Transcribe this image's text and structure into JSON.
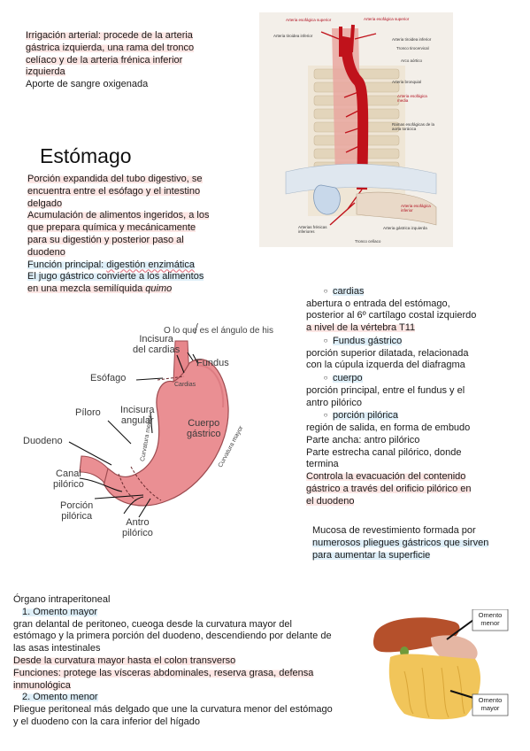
{
  "irrigation": {
    "lines": [
      "Irrigación arterial: procede de la arteria",
      "gástrica izquierda, una rama del tronco",
      "celíaco y de la arteria frénica inferior",
      "izquierda",
      "Aporte de sangre oxigenada"
    ]
  },
  "aorta_figure": {
    "labels": {
      "a1": "Arteria esofágica superior",
      "a2": "Arteria esofágica superior",
      "a3": "Arteria tiroidea inferior",
      "a4": "Arteria tiroidea inferior",
      "a5": "Tronco tirocervical",
      "a6": "Arco aórtico",
      "a7": "Arteria bronquial",
      "a8": "Arteria esofágica media",
      "a9": "Ramas esofágicas de la aorta torácica",
      "a10": "Arteria esofágica inferior",
      "a11": "Arterias frénicas inferiores",
      "a12": "Arteria gástrica izquierda",
      "a13": "Tronco celíaco"
    }
  },
  "stomach": {
    "title": "Estómago",
    "lines": [
      "Porción expandida del tubo digestivo, se",
      "encuentra entre el esófago y el intestino",
      "delgado",
      "Acumulación de alimentos ingeridos, a los",
      "que prepara química y mecánicamente",
      "para su digestión y posterior paso al",
      "duodeno"
    ],
    "function_label": "Función principal: ",
    "function_value": "digestión enzimática",
    "juice_line1": "El jugo gástrico convierte a los alimentos",
    "juice_line2_prefix": "en una mezcla semilíquida ",
    "juice_line2_italic": "quimo"
  },
  "diagram": {
    "note": "O lo que es el ángulo de his",
    "labels": {
      "incisura_cardias": "Incisura\ndel cardias",
      "fundus": "Fundus",
      "esofago": "Esófago",
      "cardias": "Cardias",
      "piloro": "Píloro",
      "incisura_angular": "Incisura\nangular",
      "cuerpo": "Cuerpo\ngástrico",
      "curv_menor": "Curvatura menor",
      "curv_mayor": "Curvatura mayor",
      "duodeno": "Duodeno",
      "canal": "Canal\npilórico",
      "porcion": "Porción\npilórica",
      "antro": "Antro\npilórico"
    }
  },
  "parts": {
    "cardias_h": "cardias",
    "cardias_lines": [
      "abertura o entrada del estómago,",
      "posterior al 6º cartílago costal izquierdo",
      "a nivel de la vértebra T11"
    ],
    "fundus_h": "Fundus gástrico",
    "fundus_lines": [
      "porción superior dilatada, relacionada",
      "con la cúpula izquerda del diafragma"
    ],
    "cuerpo_h": "cuerpo",
    "cuerpo_lines": [
      "porción principal, entre el fundus y el",
      "antro pilórico"
    ],
    "pilorica_h": "porción pilórica",
    "pilorica_lines": [
      "región de salida, en forma de embudo",
      "Parte ancha: antro pilórico",
      "Parte estrecha canal pilórico, donde",
      "termina",
      "Controla la evacuación del contenido",
      "gástrico a través del orificio pilórico en",
      "el duodeno"
    ]
  },
  "mucosa": {
    "lines": [
      "Mucosa de revestimiento formada por",
      "numerosos pliegues gástricos que sirven",
      "para aumentar la superficie"
    ]
  },
  "omentum": {
    "intro": "Órgano intraperitoneal",
    "item1": "1.   Omento mayor",
    "item1_lines": [
      "gran delantal de peritoneo, cueoga desde la curvatura mayor del",
      "estómago y la primera porción del duodeno, descendiendo por delante de",
      "las asas intestinales",
      "Desde la curvatura mayor hasta el colon transverso",
      "Funciones: protege las vísceras abdominales, reserva grasa, defensa",
      "inmunológica"
    ],
    "item2": "2.   Omento menor",
    "item2_lines": [
      "Pliegue peritoneal más delgado que une la curvatura menor del estómago",
      "y el duodeno con la cara inferior del hígado"
    ],
    "fig_label_menor": "Omento\nmenor",
    "fig_label_mayor": "Omento\nmayor"
  }
}
